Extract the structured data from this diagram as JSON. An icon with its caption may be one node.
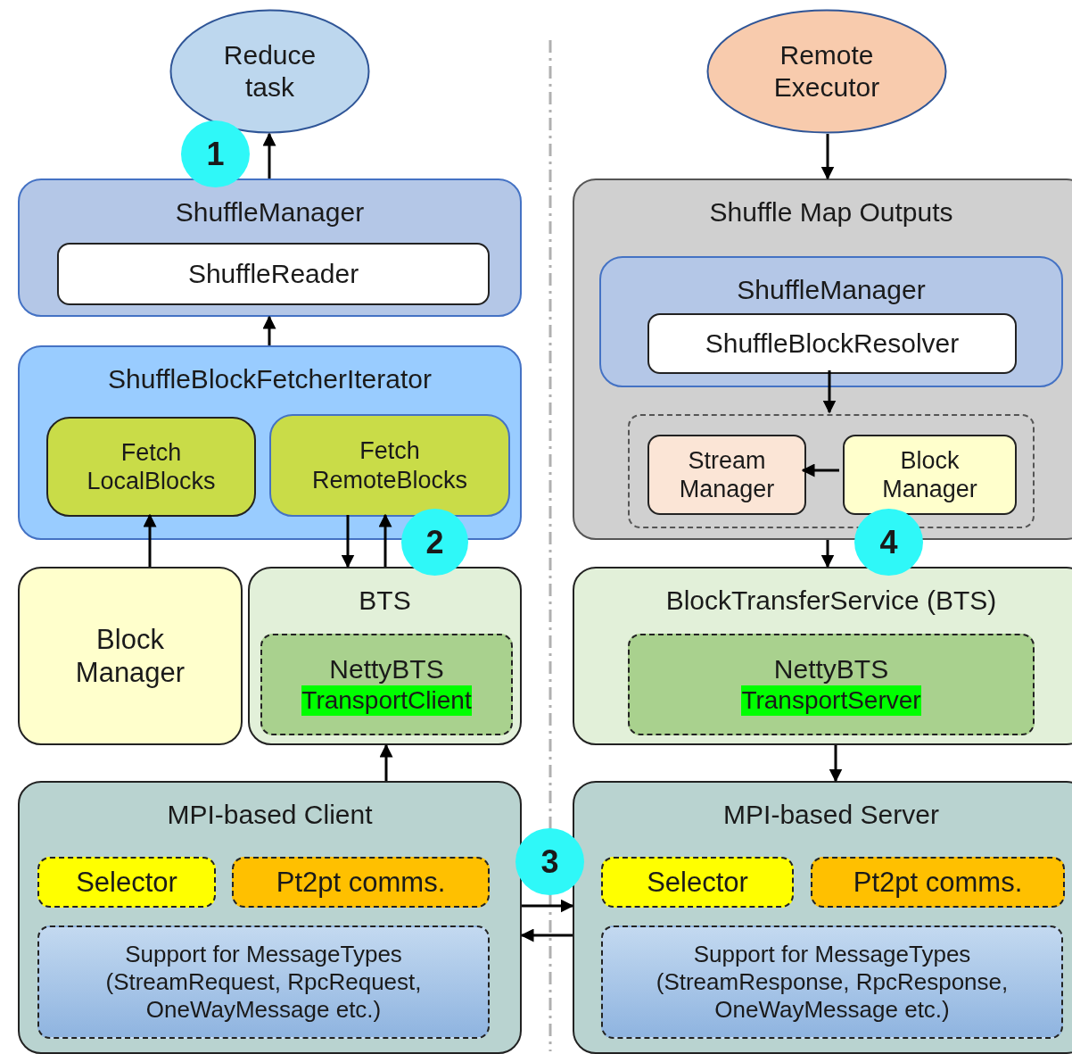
{
  "diagram": {
    "nodes": [
      {
        "text": [
          "Reduce task"
        ]
      },
      {
        "text": [
          "1"
        ]
      },
      {
        "text": [
          "ShuffleManager"
        ]
      },
      {
        "text": [
          "ShuffleReader"
        ],
        "in": 2
      },
      {
        "text": [
          "ShuffleBlockFetcherIterator"
        ]
      },
      {
        "text": [
          "Fetch LocalBlocks"
        ],
        "in": 4
      },
      {
        "text": [
          "Fetch RemoteBlocks"
        ],
        "in": 4
      },
      {
        "text": [
          "2"
        ]
      },
      {
        "text": [
          "Block Manager"
        ]
      },
      {
        "text": [
          "BTS"
        ]
      },
      {
        "text": [
          "NettyBTS",
          "TransportClient"
        ],
        "in": 9
      },
      {
        "text": [
          "MPI-based Client"
        ]
      },
      {
        "text": [
          "Selector"
        ],
        "in": 11
      },
      {
        "text": [
          "Pt2pt comms."
        ],
        "in": 11
      },
      {
        "text": [
          "Support for MessageTypes (StreamRequest, RpcRequest, OneWayMessage etc.)"
        ],
        "in": 11
      },
      {
        "text": [
          "3"
        ]
      },
      {
        "text": [
          "Remote Executor"
        ]
      },
      {
        "text": [
          "Shuffle Map Outputs"
        ]
      },
      {
        "text": [
          "ShuffleManager"
        ],
        "in": 17
      },
      {
        "text": [
          "ShuffleBlockResolver"
        ],
        "in": 18
      },
      {
        "text": [],
        "shape": "box",
        "in": 17
      },
      {
        "text": [
          "Stream Manager"
        ],
        "in": 20
      },
      {
        "text": [
          "Block Manager"
        ],
        "in": 20
      },
      {
        "text": [
          "4"
        ]
      },
      {
        "text": [
          "BlockTransferService (BTS)"
        ]
      },
      {
        "text": [
          "NettyBTS",
          "TransportServer"
        ],
        "in": 24
      },
      {
        "text": [
          "MPI-based Server"
        ]
      },
      {
        "text": [
          "Selector"
        ],
        "in": 26
      },
      {
        "text": [
          "Pt2pt comms."
        ],
        "in": 26
      },
      {
        "text": [
          "Support for MessageTypes (StreamResponse, RpcResponse, OneWayMessage etc.)"
        ],
        "in": 26
      }
    ],
    "edges": [
      {
        "from": 2,
        "to": 0,
        "arrow": "to"
      },
      {
        "from": 4,
        "to": 2,
        "arrow": "to"
      },
      {
        "from": 8,
        "to": 5,
        "arrow": "to"
      },
      {
        "from": 6,
        "to": 9,
        "arrow": "to"
      },
      {
        "from": 9,
        "to": 6,
        "arrow": "to"
      },
      {
        "from": 11,
        "to": 9,
        "arrow": "to"
      },
      {
        "from": 11,
        "to": 26,
        "arrow": "to"
      },
      {
        "from": 26,
        "to": 11,
        "arrow": "to"
      },
      {
        "from": 16,
        "to": 17,
        "arrow": "to"
      },
      {
        "from": 19,
        "to": 20,
        "arrow": "to"
      },
      {
        "from": 22,
        "to": 21,
        "arrow": "to"
      },
      {
        "from": 17,
        "to": 24,
        "arrow": "to"
      },
      {
        "from": 24,
        "to": 26,
        "arrow": "to"
      }
    ]
  }
}
